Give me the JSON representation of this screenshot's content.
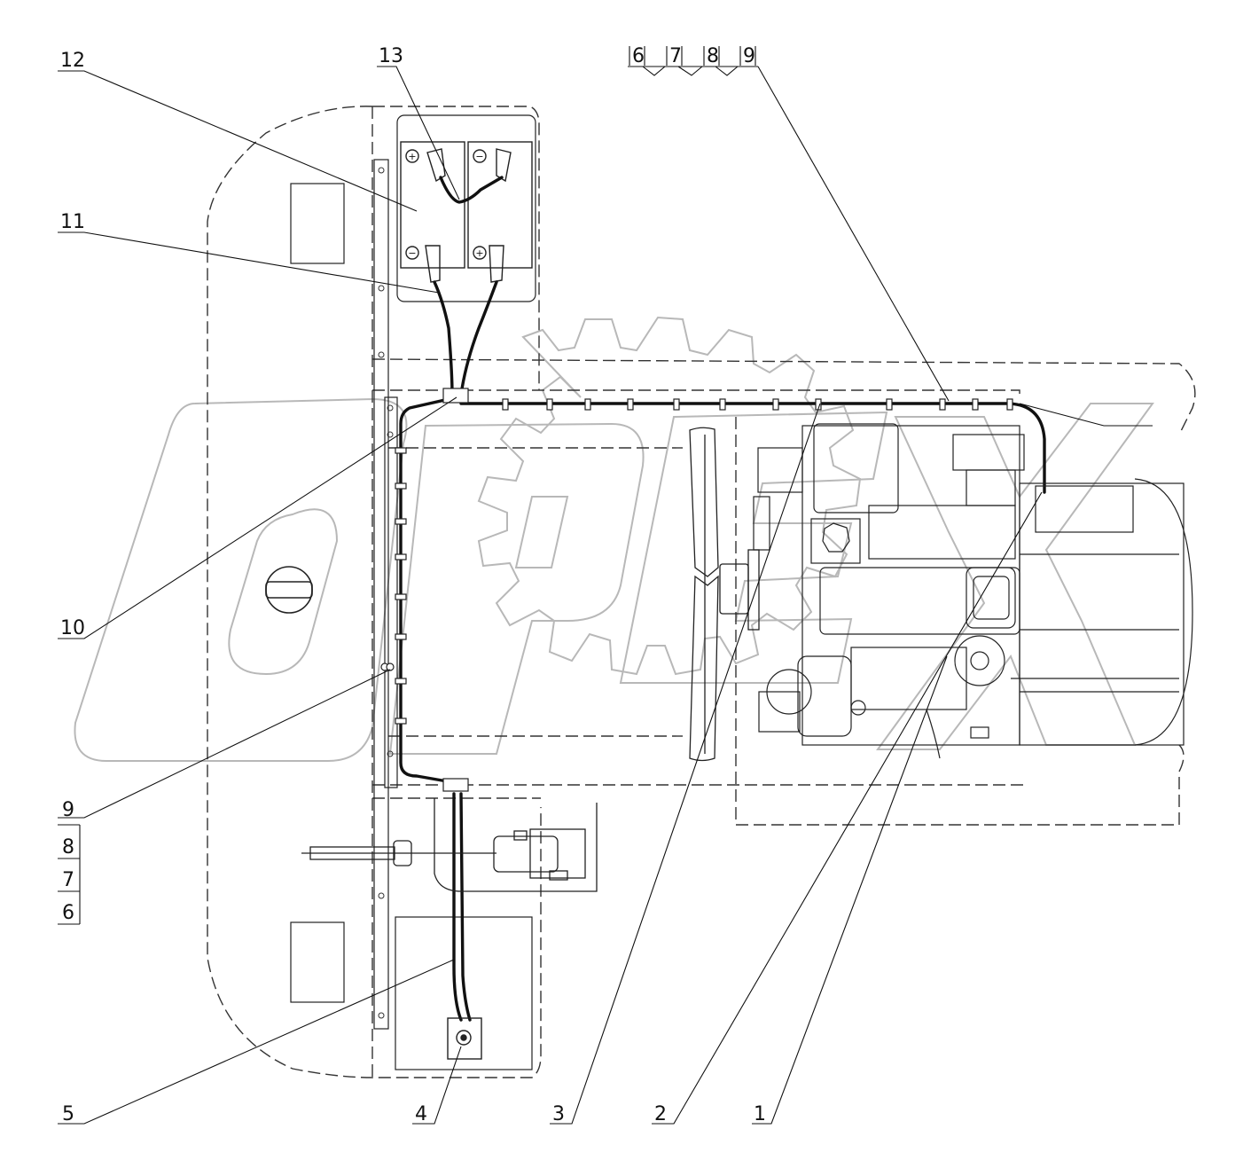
{
  "callouts": {
    "c1": "1",
    "c2": "2",
    "c3": "3",
    "c4": "4",
    "c5": "5",
    "c6": "6",
    "c7": "7",
    "c8": "8",
    "c9": "9",
    "c10": "10",
    "c11": "11",
    "c12": "12",
    "c13": "13",
    "top6": "6",
    "top7": "7",
    "top8": "8",
    "top9": "9"
  },
  "watermark": {
    "text": "OPEX",
    "color": "#b5b5b5"
  },
  "colors": {
    "line": "#1a1a1a",
    "dash": "#333333",
    "harness": "#111111"
  },
  "icons": {
    "battery_plus_left": "+",
    "battery_minus_left": "−",
    "battery_minus_right": "−",
    "battery_plus_right": "+"
  }
}
